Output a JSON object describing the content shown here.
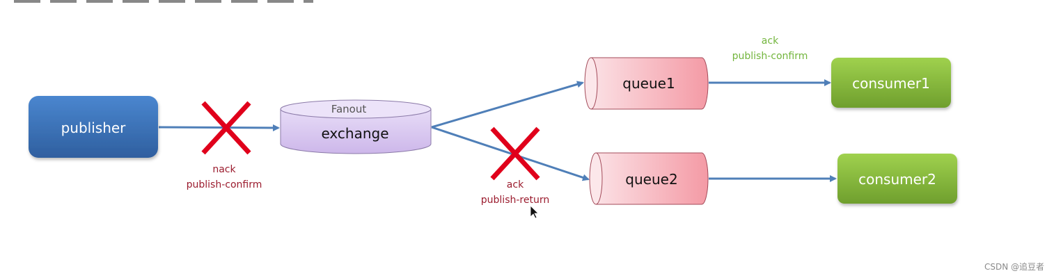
{
  "title_clipped": "",
  "nodes": {
    "publisher": "publisher",
    "exchange_type": "Fanout",
    "exchange": "exchange",
    "queue1": "queue1",
    "queue2": "queue2",
    "consumer1": "consumer1",
    "consumer2": "consumer2"
  },
  "labels": {
    "publisher_exchange": [
      "nack",
      "publish-confirm"
    ],
    "exchange_queue2": [
      "ack",
      "publish-return"
    ],
    "queue1_consumer1": [
      "ack",
      "publish-confirm"
    ]
  },
  "colors": {
    "arrow": "#4f7fb8",
    "cross": "#e0001b",
    "nack_text": "#9b1c2e",
    "ack_confirm_text": "#72b53c",
    "publisher_fill": "#3b74bf",
    "exchange_fill": "#d9c8f0",
    "queue_fill": "#f4a3ad",
    "consumer_fill": "#86bb3a"
  },
  "watermark": "CSDN @追豆者"
}
